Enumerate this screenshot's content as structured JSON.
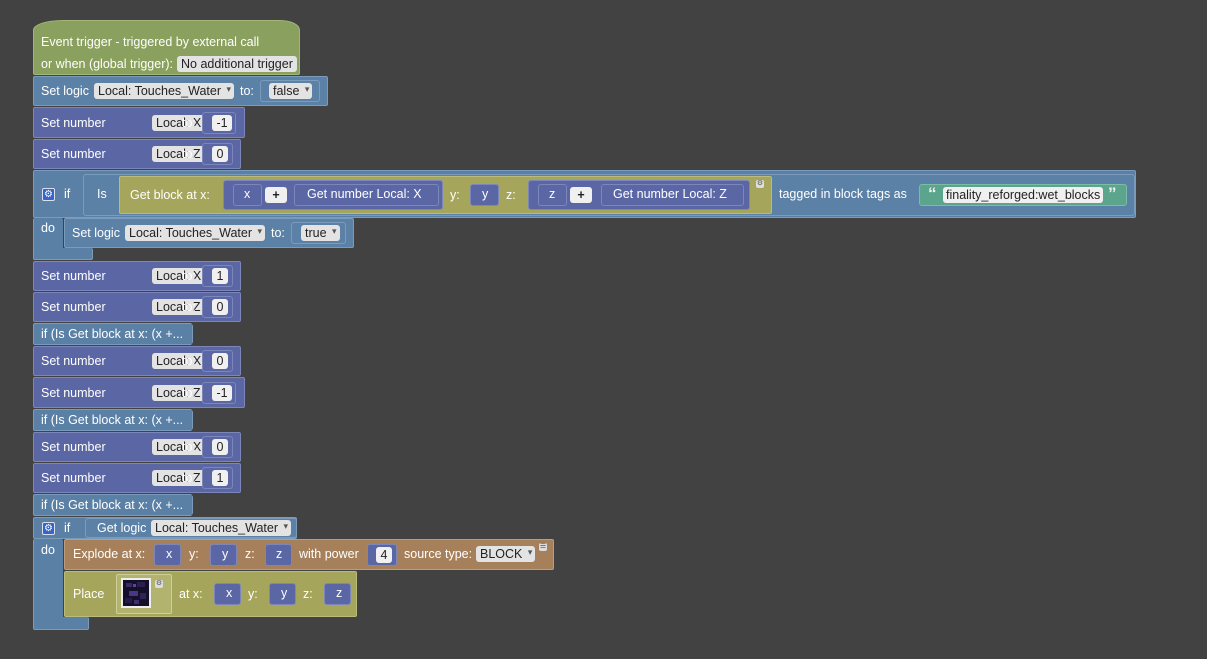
{
  "event": {
    "title": "Event trigger - triggered by external call",
    "global_label": "or when (global trigger):",
    "global_value": "No additional trigger"
  },
  "rows": {
    "set_logic_label": "Set logic",
    "set_number_label": "Set number",
    "to_label": "to:",
    "var_touches_water": "Local: Touches_Water",
    "var_x": "Local: X",
    "var_z": "Local: Z",
    "val_false": "false",
    "val_true": "true",
    "val_neg1": "-1",
    "val_0": "0",
    "val_1": "1"
  },
  "if1": {
    "if_label": "if",
    "is_label": "Is",
    "get_block_label": "Get block at x:",
    "x": "x",
    "plus": "+",
    "get_number_x": "Get number Local: X",
    "y_label": "y:",
    "y": "y",
    "z_label": "z:",
    "z": "z",
    "get_number_z": "Get number Local: Z",
    "tagged_label": "tagged in block tags as",
    "quote_open": "“",
    "tag_value": "finality_reforged:wet_blocks",
    "quote_close": "”",
    "do_label": "do"
  },
  "collapsed": {
    "label": "if (Is Get block at x: (x +..."
  },
  "if2": {
    "if_label": "if",
    "get_logic_label": "Get logic",
    "do_label": "do",
    "explode_label": "Explode at x:",
    "y_label": "y:",
    "z_label": "z:",
    "with_power_label": "with power",
    "power": "4",
    "source_type_label": "source type:",
    "source_type": "BLOCK",
    "place_label": "Place",
    "at_x_label": "at x:",
    "x": "x",
    "y": "y",
    "z": "z"
  },
  "colors": {
    "background": "#424242",
    "event": "#8aa05e",
    "logic": "#5c81a6",
    "number": "#5b67a5",
    "control": "#5b80a5",
    "world": "#a5935b",
    "explode": "#a5805b",
    "text": "#5ba58c"
  }
}
